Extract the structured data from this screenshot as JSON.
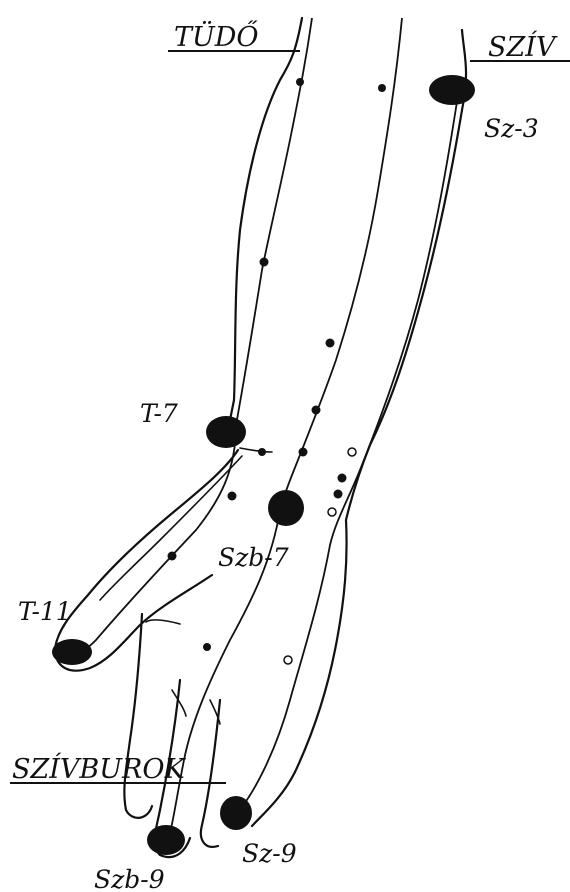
{
  "meridians": {
    "lung": "TÜDŐ",
    "heart": "SZÍV",
    "pericardium": "SZÍVBUROK"
  },
  "points": {
    "t7": "T-7",
    "t11": "T-11",
    "sz3": "Sz-3",
    "sz9": "Sz-9",
    "szb7": "Szb-7",
    "szb9": "Szb-9"
  },
  "colors": {
    "ink": "#111111",
    "background": "#ffffff"
  }
}
